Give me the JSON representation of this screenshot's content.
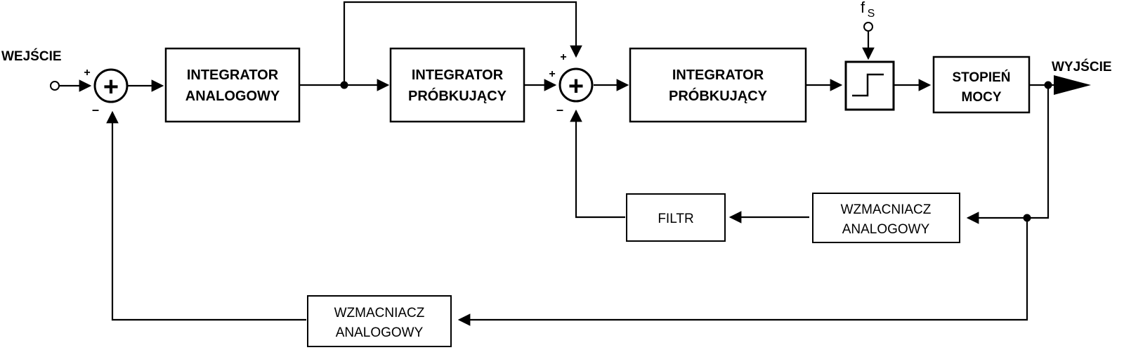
{
  "io": {
    "input_label": "WEJŚCIE",
    "output_label": "WYJŚCIE"
  },
  "clock": {
    "label_main": "f",
    "label_sub": "S"
  },
  "blocks": {
    "integrator_analog": {
      "line1": "INTEGRATOR",
      "line2": "ANALOGOWY"
    },
    "integrator_sampling_1": {
      "line1": "INTEGRATOR",
      "line2": "PRÓBKUJĄCY"
    },
    "integrator_sampling_2": {
      "line1": "INTEGRATOR",
      "line2": "PRÓBKUJĄCY"
    },
    "power_stage": {
      "line1": "STOPIEŃ",
      "line2": "MOCY"
    },
    "filter": {
      "line1": "FILTR"
    },
    "amp_inner": {
      "line1": "WZMACNIACZ",
      "line2": "ANALOGOWY"
    },
    "amp_outer": {
      "line1": "WZMACNIACZ",
      "line2": "ANALOGOWY"
    }
  },
  "sums": {
    "sum1": {
      "symbol": "+",
      "sign_top": "+",
      "sign_bottom": "–"
    },
    "sum2": {
      "symbol": "+",
      "sign_top": "+",
      "sign_left": "+",
      "sign_bottom": "–"
    }
  }
}
